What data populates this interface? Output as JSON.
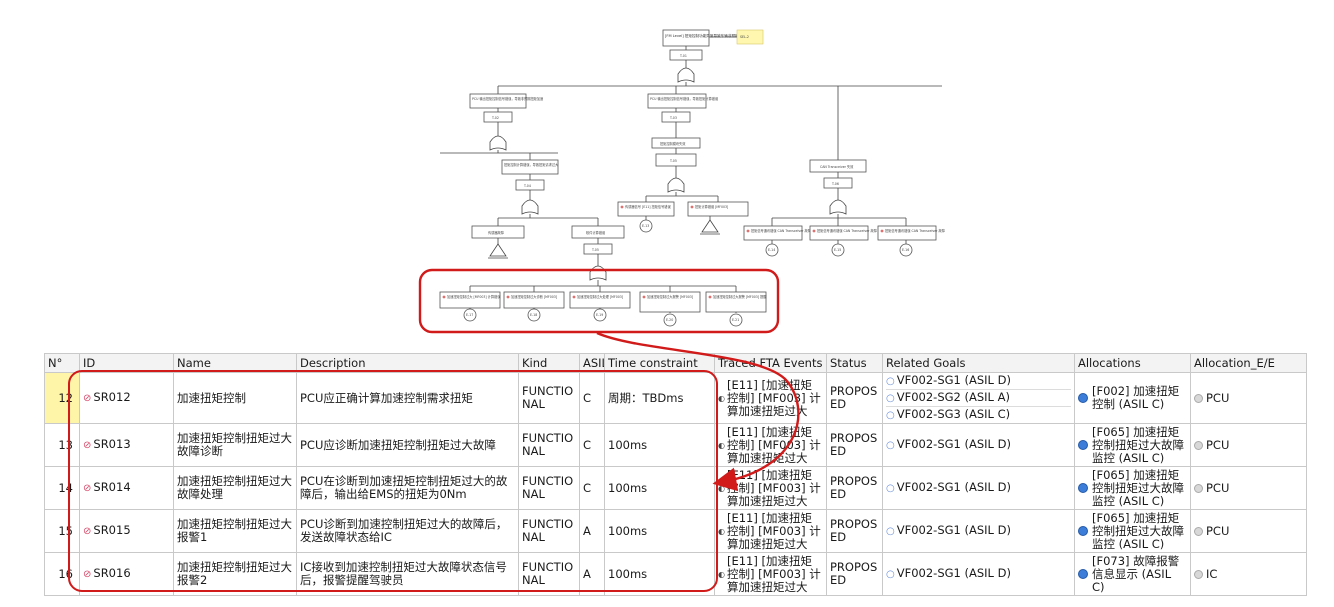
{
  "fta": {
    "top_event": "[FM Level] 扭矩控制功能异常导致车辆非预期加速",
    "top_note": "SEL-2",
    "gate_labels": {
      "g_top": "T-01",
      "g_l1a": "T-02",
      "g_l1b": "T-03",
      "g_l2a": "T-04",
      "g_l2b": "T-05",
      "g_r1": "T-06"
    },
    "events": {
      "l1a": "PCU 输出扭矩控制信号错误，导致非预期扭矩加速",
      "l1b": "PCU 输出扭矩控制信号错误，导致扭矩计算错误",
      "mid": "扭矩控制模块失效",
      "l2a": "扭矩控制计算错误，导致扭矩请求过大",
      "r1": "CAN Transceiver 失效",
      "leaf_a": "传感器故障",
      "leaf_b": "软件计算错误",
      "sub1": "传感器信号 [E11] 扭矩信号错误",
      "sub2": "扭矩计算错误 [MF003]",
      "r_leaf1": "扭矩信号通讯错误 CAN Transceiver 故障",
      "r_leaf2": "扭矩信号通讯错误 CAN Transceiver 故障",
      "r_leaf3": "扭矩信号通讯错误 CAN Transceiver 故障",
      "h1": "加速扭矩控制过大 [MF003] 计算错误",
      "h2": "加速扭矩控制过大诊断 [MF003]",
      "h3": "加速扭矩控制过大处理 [MF003]",
      "h4": "加速扭矩控制过大报警 [MF003]",
      "h5": "加速扭矩控制过大报警 [MF003] 提醒"
    },
    "circle_labels": {
      "c1": "E-17",
      "c2": "E-18",
      "c3": "E-19",
      "c4": "E-20",
      "c5": "E-21",
      "ca": "E-13",
      "cr1": "E-14",
      "cr2": "E-15",
      "cr3": "E-16"
    }
  },
  "table": {
    "headers": [
      "N°",
      "ID",
      "Name",
      "Description",
      "Kind",
      "ASIL",
      "Time constraint",
      "Traced FTA Events",
      "Status",
      "Related Goals",
      "Allocations",
      "Allocation_E/E"
    ],
    "rows": [
      {
        "num": "12",
        "id": "SR012",
        "name": "加速扭矩控制",
        "desc": "PCU应正确计算加速控制需求扭矩",
        "kind": "FUNCTIONAL",
        "asil": "C",
        "time": "周期：TBDms",
        "trace": "[E11] [加速扭矩控制] [MF003] 计算加速扭矩过大",
        "status": "PROPOSED",
        "goals": [
          "VF002-SG1 (ASIL D)",
          "VF002-SG2 (ASIL A)",
          "VF002-SG3 (ASIL C)"
        ],
        "alloc": "[F002] 加速扭矩控制 (ASIL C)",
        "ee": "PCU"
      },
      {
        "num": "13",
        "id": "SR013",
        "name": "加速扭矩控制扭矩过大故障诊断",
        "desc": "PCU应诊断加速扭矩控制扭矩过大故障",
        "kind": "FUNCTIONAL",
        "asil": "C",
        "time": "100ms",
        "trace": "[E11] [加速扭矩控制] [MF003] 计算加速扭矩过大",
        "status": "PROPOSED",
        "goals": [
          "VF002-SG1 (ASIL D)"
        ],
        "alloc": "[F065] 加速扭矩控制扭矩过大故障监控 (ASIL C)",
        "ee": "PCU"
      },
      {
        "num": "14",
        "id": "SR014",
        "name": "加速扭矩控制扭矩过大故障处理",
        "desc": "PCU在诊断到加速扭矩控制扭矩过大的故障后，输出给EMS的扭矩为0Nm",
        "kind": "FUNCTIONAL",
        "asil": "C",
        "time": "100ms",
        "trace": "[E11] [加速扭矩控制] [MF003] 计算加速扭矩过大",
        "status": "PROPOSED",
        "goals": [
          "VF002-SG1 (ASIL D)"
        ],
        "alloc": "[F065] 加速扭矩控制扭矩过大故障监控 (ASIL C)",
        "ee": "PCU"
      },
      {
        "num": "15",
        "id": "SR015",
        "name": "加速扭矩控制扭矩过大报警1",
        "desc": "PCU诊断到加速控制扭矩过大的故障后，发送故障状态给IC",
        "kind": "FUNCTIONAL",
        "asil": "A",
        "time": "100ms",
        "trace": "[E11] [加速扭矩控制] [MF003] 计算加速扭矩过大",
        "status": "PROPOSED",
        "goals": [
          "VF002-SG1 (ASIL D)"
        ],
        "alloc": "[F065] 加速扭矩控制扭矩过大故障监控 (ASIL C)",
        "ee": "PCU"
      },
      {
        "num": "16",
        "id": "SR016",
        "name": "加速扭矩控制扭矩过大报警2",
        "desc": "IC接收到加速控制扭矩过大故障状态信号后，报警提醒驾驶员",
        "kind": "FUNCTIONAL",
        "asil": "A",
        "time": "100ms",
        "trace": "[E11] [加速扭矩控制] [MF003] 计算加速扭矩过大",
        "status": "PROPOSED",
        "goals": [
          "VF002-SG1 (ASIL D)"
        ],
        "alloc": "[F073] 故障报警信息显示 (ASIL C)",
        "ee": "IC"
      }
    ]
  }
}
